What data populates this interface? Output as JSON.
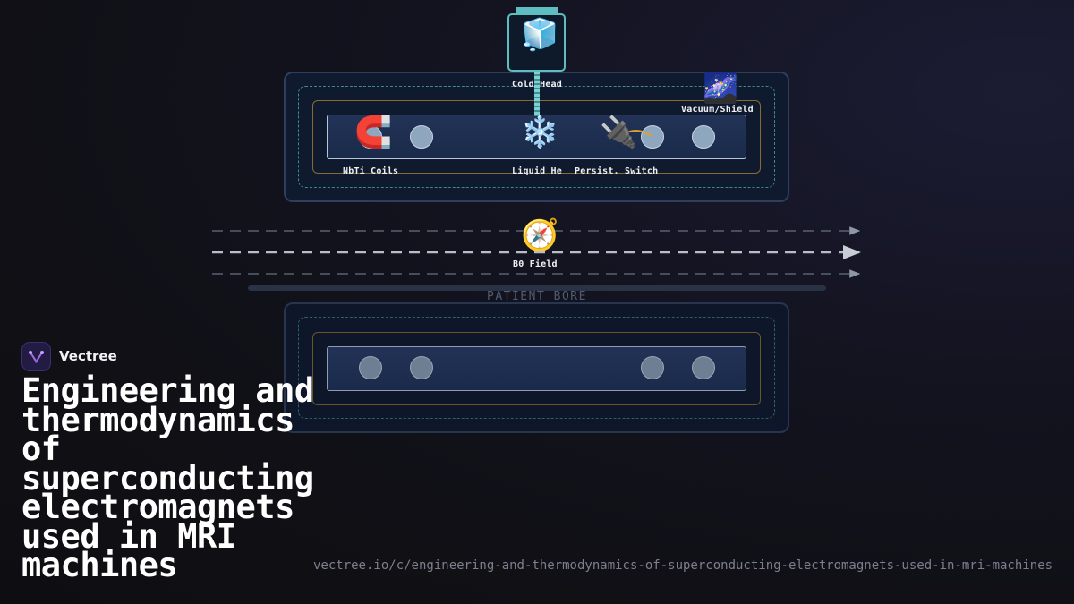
{
  "brand": {
    "name": "Vectree"
  },
  "title": "Engineering and thermodynamics of superconducting electromagnets used in MRI machines",
  "url": "vectree.io/c/engineering-and-thermodynamics-of-superconducting-electromagnets-used-in-mri-machines",
  "diagram": {
    "labels": {
      "cold_head": "Cold Head",
      "vacuum_shield": "Vacuum/Shield",
      "nbti_coils": "NbTi Coils",
      "liquid_he": "Liquid He",
      "persist_switch": "Persist. Switch",
      "b0_field": "B0 Field",
      "patient_bore": "PATIENT BORE"
    },
    "icons": {
      "cold_head": "ice-cube-icon",
      "vacuum_shield": "galaxy-icon",
      "nbti_coils": "magnet-icon",
      "liquid_he": "snowflake-icon",
      "persist_switch": "plug-icon",
      "b0_field": "compass-icon"
    },
    "colors": {
      "shield": "#3b8a96",
      "helium_vessel": "#8a6a2e",
      "cold_head": "#5dbdc0",
      "field_lines": "#9aa2b4",
      "switch_wire": "#e0a030"
    }
  }
}
